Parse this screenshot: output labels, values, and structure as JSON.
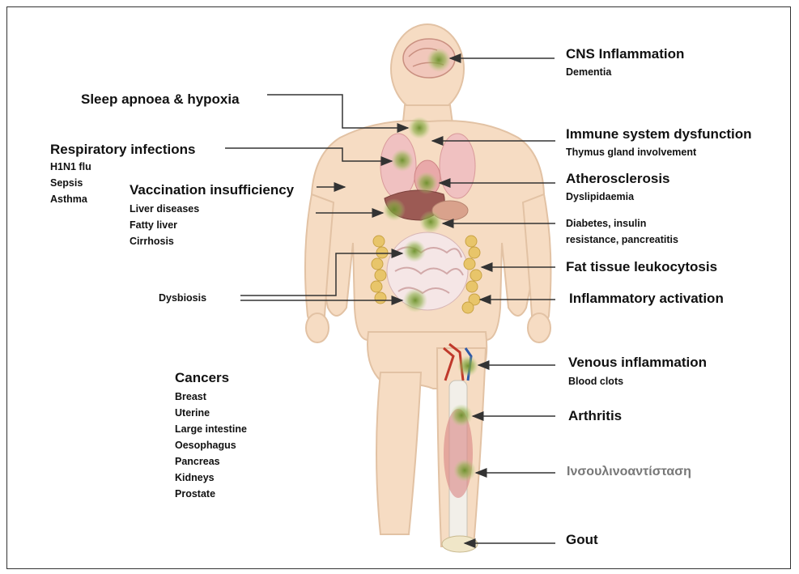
{
  "right_labels": {
    "cns": {
      "title": "CNS Inflammation",
      "sub": "Dementia"
    },
    "immune": {
      "title": "Immune system dysfunction",
      "sub": "Thymus gland involvement"
    },
    "athero": {
      "title": "Atherosclerosis",
      "sub": "Dyslipidaemia"
    },
    "diabetes": {
      "line1": "Diabetes, insulin",
      "line2": "resistance, pancreatitis"
    },
    "fat": {
      "title": "Fat tissue leukocytosis"
    },
    "inflam": {
      "title": "Inflammatory activation"
    },
    "venous": {
      "title": "Venous inflammation",
      "sub": "Blood clots"
    },
    "arthritis": {
      "title": "Arthritis"
    },
    "insulin_greek": {
      "title": "Ινσουλινοαντίσταση"
    },
    "gout": {
      "title": "Gout"
    }
  },
  "left_labels": {
    "sleep": {
      "title": "Sleep apnoea & hypoxia"
    },
    "resp": {
      "title": "Respiratory infections",
      "items": [
        "H1N1 flu",
        "Sepsis",
        "Asthma"
      ]
    },
    "vacc": {
      "title": "Vaccination insufficiency",
      "items": [
        "Liver diseases",
        "Fatty liver",
        "Cirrhosis"
      ]
    },
    "dysbiosis": {
      "title": "Dysbiosis"
    },
    "cancers": {
      "title": "Cancers",
      "items": [
        "Breast",
        "Uterine",
        "Large intestine",
        "Oesophagus",
        "Pancreas",
        "Kidneys",
        "Prostate"
      ]
    }
  },
  "colors": {
    "skin": "#f6dcc3",
    "outline": "#d9b89b",
    "arrow": "#333333",
    "inflammation": "#7a9a3a",
    "fat": "#e8c56a"
  }
}
